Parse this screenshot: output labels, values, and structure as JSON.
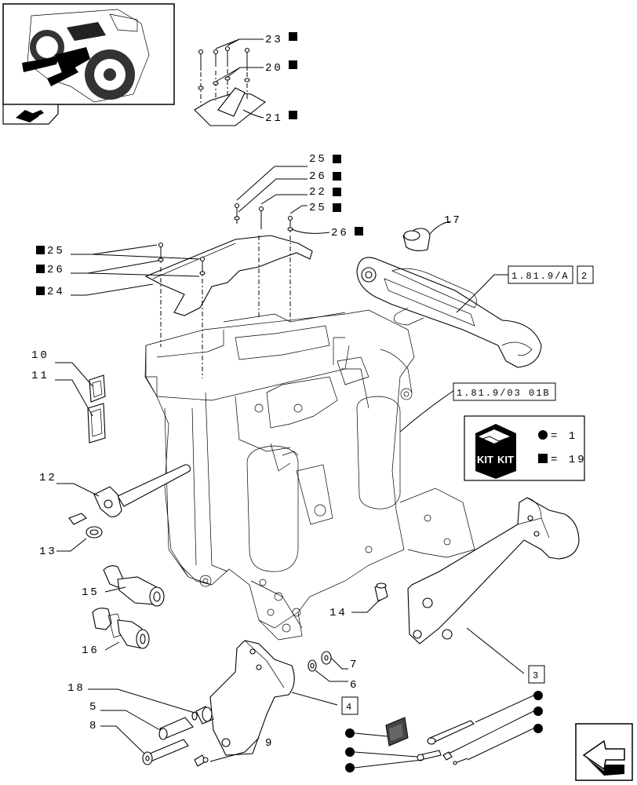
{
  "labels": {
    "p23": "23",
    "p20": "20",
    "p21": "21",
    "p25a": "25",
    "p26a": "26",
    "p22": "22",
    "p25b": "25",
    "p26b": "26",
    "p17": "17",
    "p25c": "25",
    "p26c": "26",
    "p24": "24",
    "p10": "10",
    "p11": "11",
    "p12": "12",
    "p13": "13",
    "p15": "15",
    "p16": "16",
    "p14": "14",
    "p7": "7",
    "p6": "6",
    "p18": "18",
    "p5": "5",
    "p8": "8",
    "p9": "9"
  },
  "refs": {
    "r2_code": "1.81.9/A",
    "r2_num": "2",
    "r1_code": "1.81.9/03 01B",
    "r3_num": "3",
    "r4_num": "4"
  },
  "kit_legend": {
    "badge_text": "KIT",
    "circle_label": "= 1",
    "square_label": "= 19"
  },
  "icons": [
    "thumbnail-tractor-icon",
    "book-page-icon",
    "navigation-arrow-icon",
    "square-marker-icon",
    "circle-marker-icon"
  ],
  "colors": {
    "ink": "#000000",
    "paper": "#ffffff"
  }
}
